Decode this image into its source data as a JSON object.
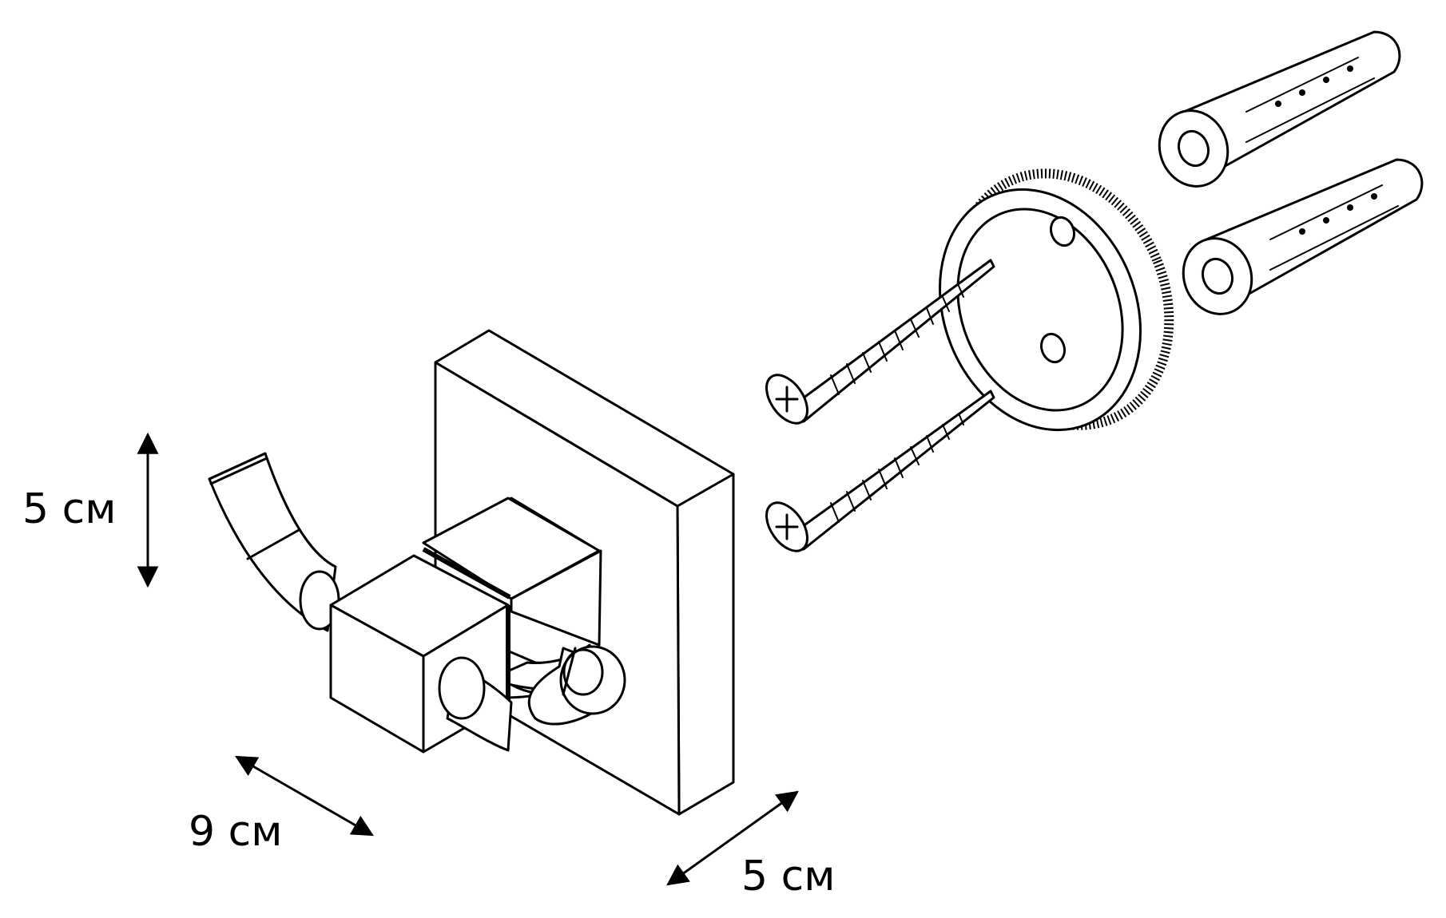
{
  "dimensions": {
    "height": "5 см",
    "width": "9 см",
    "depth": "5 см"
  },
  "parts": [
    {
      "name": "double-hook",
      "count": 1
    },
    {
      "name": "mounting-bracket",
      "count": 1
    },
    {
      "name": "screw",
      "count": 2
    },
    {
      "name": "wall-plug",
      "count": 2
    }
  ],
  "colors": {
    "line": "#000000",
    "background": "#ffffff"
  }
}
